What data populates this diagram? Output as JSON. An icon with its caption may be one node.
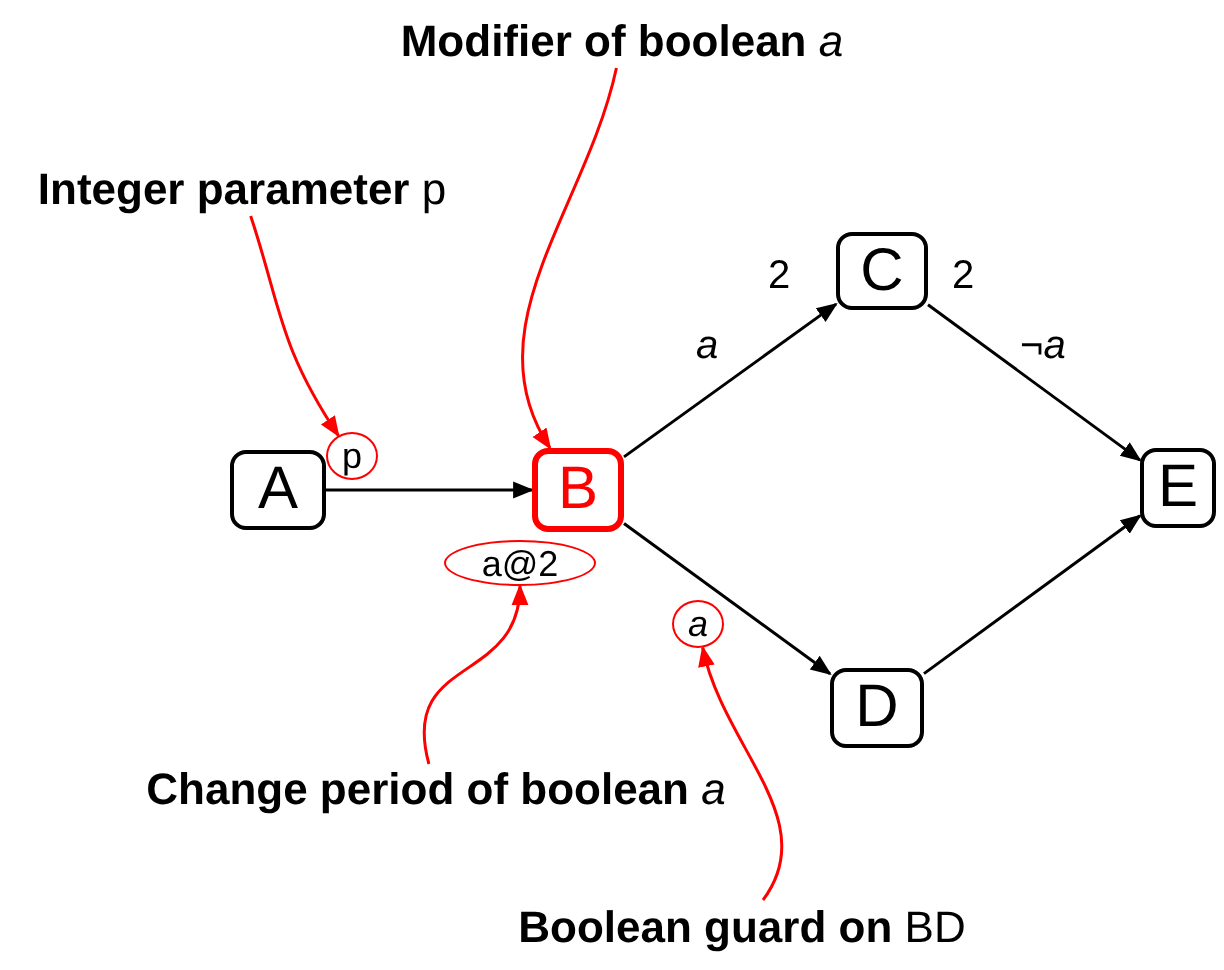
{
  "diagram": {
    "nodes": [
      {
        "text": [
          "**Integer parameter** p"
        ]
      },
      {
        "text": [
          "**Modifier of boolean** *a*"
        ]
      },
      {
        "text": [
          "A"
        ]
      },
      {
        "text": [
          "p"
        ]
      },
      {
        "text": [
          "B"
        ]
      },
      {
        "text": [
          "C"
        ],
        "beside": [
          "2",
          "2"
        ]
      },
      {
        "text": [
          "a@2"
        ]
      },
      {
        "text": [
          "*a*"
        ]
      },
      {
        "text": [
          "D"
        ]
      },
      {
        "text": [
          "E"
        ]
      },
      {
        "text": [
          "**Change period of boolean** *a*"
        ]
      },
      {
        "text": [
          "**Boolean guard on** BD"
        ]
      }
    ],
    "edges": [
      {
        "from": 0,
        "to": 3,
        "arrow": "to",
        "color": "#ff0000"
      },
      {
        "from": 1,
        "to": 4,
        "arrow": "to",
        "color": "#ff0000"
      },
      {
        "from": 2,
        "to": 4,
        "arrow": "to"
      },
      {
        "from": 4,
        "to": 5,
        "arrow": "to",
        "label": "*a*"
      },
      {
        "from": 4,
        "to": 8,
        "arrow": "to"
      },
      {
        "from": 5,
        "to": 9,
        "arrow": "to",
        "label": "¬*a*"
      },
      {
        "from": 8,
        "to": 9,
        "arrow": "to"
      },
      {
        "from": 10,
        "to": 6,
        "arrow": "to",
        "color": "#ff0000"
      },
      {
        "from": 11,
        "to": 7,
        "arrow": "to",
        "color": "#ff0000"
      }
    ]
  }
}
